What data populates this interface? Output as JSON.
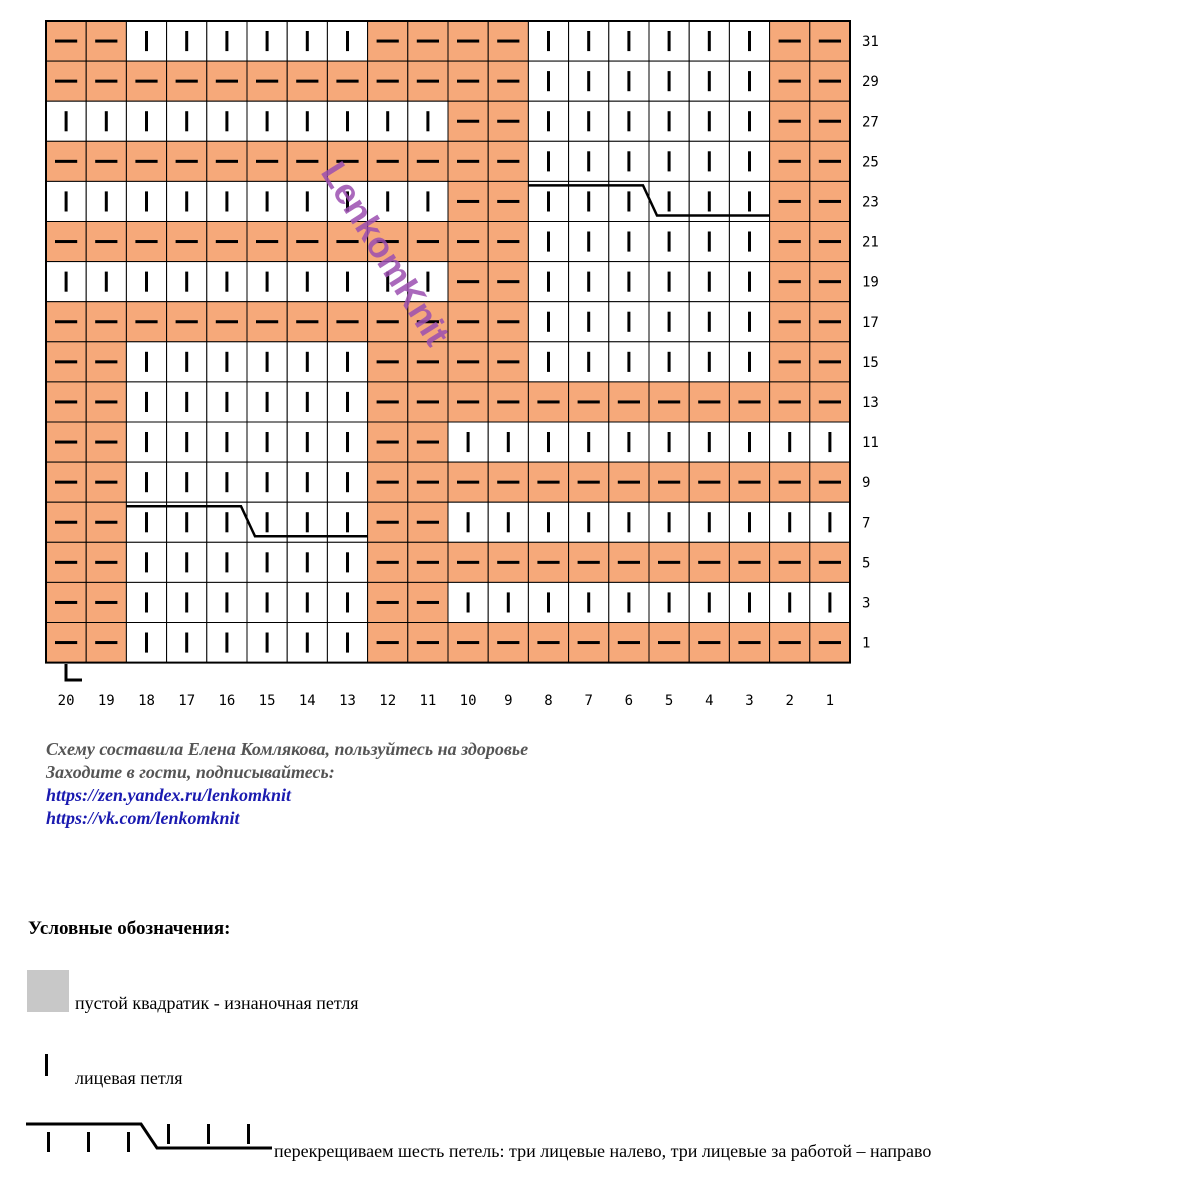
{
  "colors": {
    "purl_fill": "#f6a97a",
    "knit_fill": "#ffffff",
    "grid_line": "#000000",
    "watermark": "#9b4fb0",
    "link": "#1a1ab0",
    "credit": "#555555",
    "legend_purl_box": "#c8c8c8"
  },
  "chart": {
    "columns": 20,
    "row_labels": [
      "31",
      "29",
      "27",
      "25",
      "23",
      "21",
      "19",
      "17",
      "15",
      "13",
      "11",
      "9",
      "7",
      "5",
      "3",
      "1"
    ],
    "column_labels": [
      "20",
      "19",
      "18",
      "17",
      "16",
      "15",
      "14",
      "13",
      "12",
      "11",
      "10",
      "9",
      "8",
      "7",
      "6",
      "5",
      "4",
      "3",
      "2",
      "1"
    ],
    "rows": [
      "PPKKKKKKPPPPKKKKKKPP",
      "PPPPPPPPPPPPKKKKKKPP",
      "KKKKKKKKKKPPKKKKKKPP",
      "PPPPPPPPPPPPKKKKKKPP",
      "KKKKKKKKKKPPKKKKKKPP",
      "PPPPPPPPPPPPKKKKKKPP",
      "KKKKKKKKKKPPKKKKKKPP",
      "PPPPPPPPPPPPKKKKKKPP",
      "PPKKKKKKPPPPKKKKKKPP",
      "PPKKKKKKPPPPPPPPPPPP",
      "PPKKKKKKPPKKKKKKKKKK",
      "PPKKKKKKPPPPPPPPPPPP",
      "PPKKKKKKPPKKKKKKKKKK",
      "PPKKKKKKPPPPPPPPPPPP",
      "PPKKKKKKPPKKKKKKKKKK",
      "PPKKKKKKPPPPPPPPPPPP"
    ],
    "cables": [
      {
        "row": "23",
        "from_column": 8,
        "to_column": 3
      },
      {
        "row": "7",
        "from_column": 18,
        "to_column": 13
      }
    ],
    "watermark": "LenkomKnit"
  },
  "credits": {
    "line1": "Схему составила Елена Комлякова, пользуйтесь на здоровье",
    "line2": "Заходите в гости, подписывайтесь:",
    "link1": "https://zen.yandex.ru/lenkomknit",
    "link2": "https://vk.com/lenkomknit"
  },
  "legend": {
    "title": "Условные обозначения:",
    "purl": "пустой квадратик -   изнаночная петля",
    "knit": "лицевая петля",
    "cable": "перекрещиваем шесть петель: три лицевые налево, три лицевые  за работой – направо"
  }
}
